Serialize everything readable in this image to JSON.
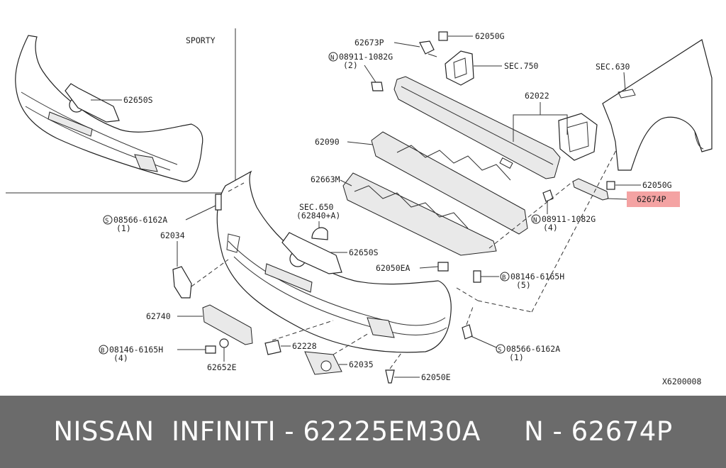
{
  "diagram": {
    "inset_label": "SPORTY",
    "drawing_code": "X6200008",
    "callouts": {
      "c62673P": "62673P",
      "c62050G_top": "62050G",
      "c08911_top": "08911-1082G",
      "c08911_top_qty": "(2)",
      "c_sec750": "SEC.750",
      "c_sec630": "SEC.630",
      "c62022": "62022",
      "c62090": "62090",
      "c62663M": "62663M",
      "c_sec650": "SEC.650",
      "c62840": "(62840+A)",
      "c62650S_inset": "62650S",
      "c62650S_main": "62650S",
      "c62050G_right": "62050G",
      "c62674P": "62674P",
      "c08911_right": "08911-1082G",
      "c08911_right_qty": "(4)",
      "c08566_top": "08566-6162A",
      "c08566_top_qty": "(1)",
      "c62034": "62034",
      "c62050EA": "62050EA",
      "c08146_right": "08146-6165H",
      "c08146_right_qty": "(5)",
      "c62740": "62740",
      "c08146_left": "08146-6165H",
      "c08146_left_qty": "(4)",
      "c62652E": "62652E",
      "c62228": "62228",
      "c62035": "62035",
      "c08566_bottom": "08566-6162A",
      "c08566_bottom_qty": "(1)",
      "c62050E": "62050E"
    },
    "symbols": {
      "n": "N",
      "s": "S",
      "b": "B"
    },
    "highlight_color": "#f4a3a3"
  },
  "footer": {
    "caption": "NISSAN  INFINITI - 62225EM30A     N - 62674P",
    "background": "#6b6b6b"
  }
}
